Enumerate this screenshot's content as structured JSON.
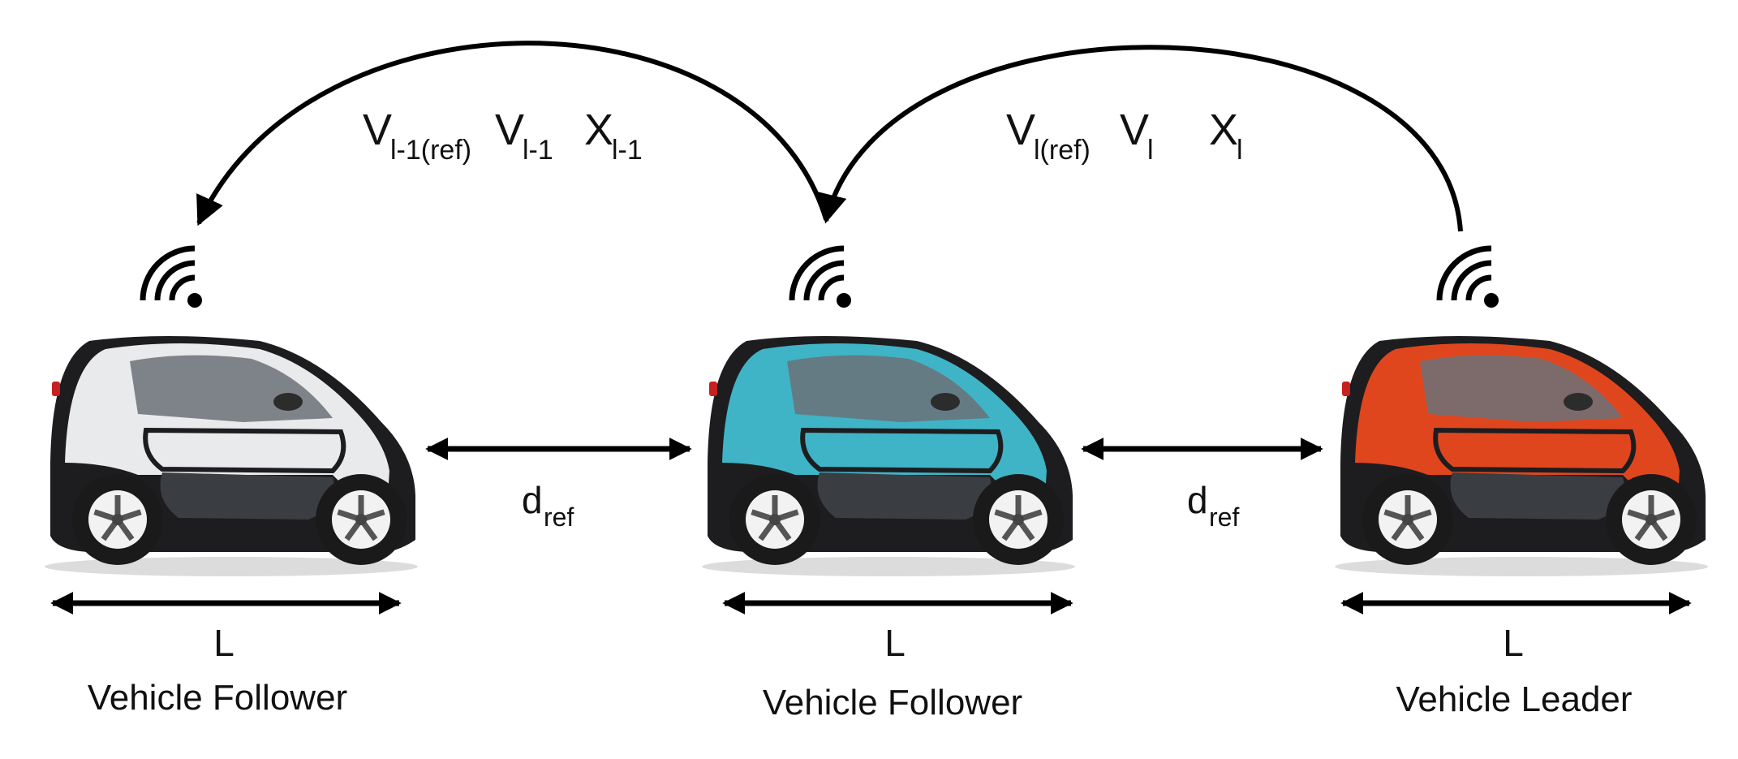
{
  "links": {
    "left": {
      "v_ref": "V",
      "v_ref_sub": "l-1(ref)",
      "v": "V",
      "v_sub": "l-1",
      "x": "X",
      "x_sub": "l-1"
    },
    "right": {
      "v_ref": "V",
      "v_ref_sub": "l(ref)",
      "v": "V",
      "v_sub": "l",
      "x": "X",
      "x_sub": "l"
    }
  },
  "gaps": [
    {
      "symbol": "d",
      "sub": "ref"
    },
    {
      "symbol": "d",
      "sub": "ref"
    }
  ],
  "vehicles": [
    {
      "label": "Vehicle Follower",
      "length_label": "L",
      "body_color": "#e9eaec",
      "accent_color": "#1d1d1f"
    },
    {
      "label": "Vehicle Follower",
      "length_label": "L",
      "body_color": "#3fb4c6",
      "accent_color": "#1d1d1f"
    },
    {
      "label": "Vehicle Leader",
      "length_label": "L",
      "body_color": "#e0461e",
      "accent_color": "#1d1d1f"
    }
  ],
  "colors": {
    "stroke": "#000000",
    "tire": "#1a1a1a",
    "rim": "#f2f2f2",
    "glass": "#6b7178"
  }
}
